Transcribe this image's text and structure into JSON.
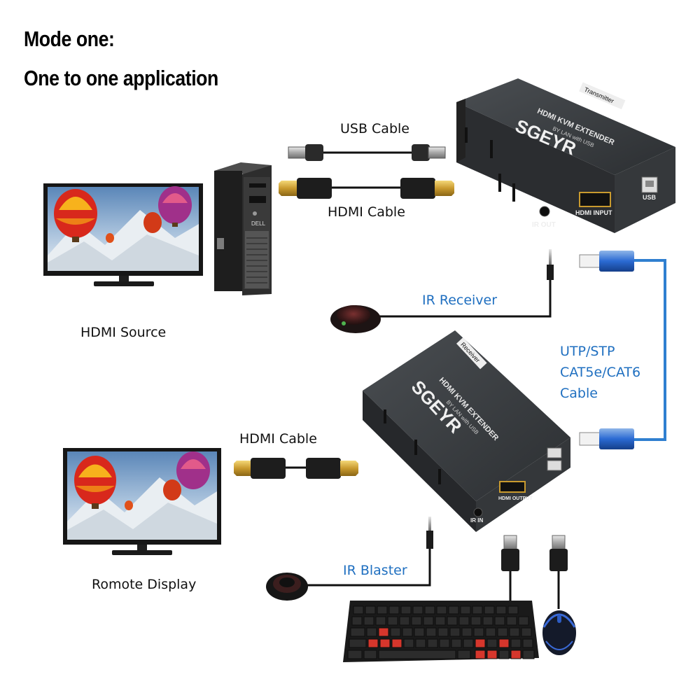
{
  "heading": {
    "line1": "Mode one:",
    "line2": "One to one application"
  },
  "labels": {
    "usb_cable": "USB Cable",
    "hdmi_cable_top": "HDMI Cable",
    "hdmi_source": "HDMI Source",
    "ir_receiver": "IR Receiver",
    "network_cable": [
      "UTP/STP",
      "CAT5e/CAT6",
      "Cable"
    ],
    "hdmi_cable_bottom": "HDMI Cable",
    "remote_display": "Romote Display",
    "ir_blaster": "IR Blaster"
  },
  "transmitter": {
    "brand": "SGEYR",
    "model": "HDMI KVM EXTENDER",
    "sub": "BY LAN with USB",
    "tag": "Transmitter",
    "port_ir": "IR OUT",
    "port_hdmi": "HDMI INPUT",
    "port_usb": "USB"
  },
  "receiver": {
    "brand": "SGEYR",
    "model": "HDMI KVM EXTENDER",
    "sub": "BY LAN with USB",
    "tag": "Receiver",
    "port_ir": "IR IN",
    "port_hdmi": "HDMI OUTPUT"
  },
  "pc": {
    "brand": "DELL"
  },
  "colors": {
    "cat_cable": "#2f7fd0",
    "rj45": "#1e5fc8",
    "device": "#3a3d40",
    "label_blue": "#1f6fc0"
  }
}
